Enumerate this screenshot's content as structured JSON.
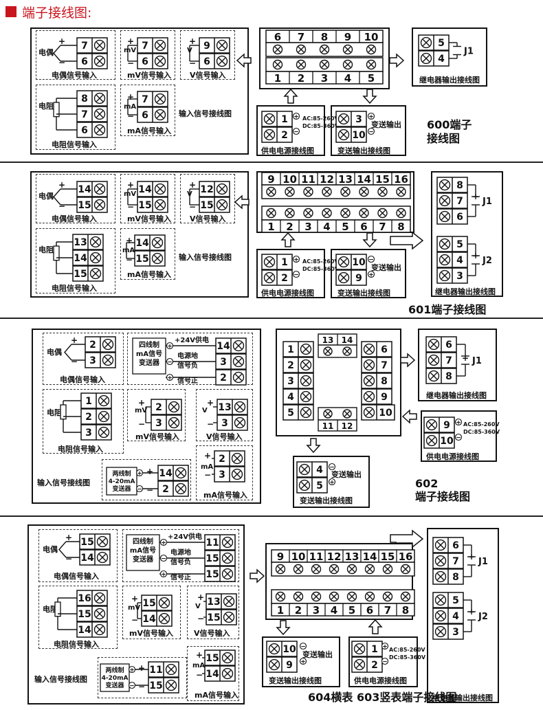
{
  "header": {
    "title": "端子接线图:"
  },
  "labels": {
    "tc": "电偶信号输入",
    "rtd": "电阻信号输入",
    "mv": "mV信号输入",
    "v": "V信号输入",
    "ma": "mA信号输入",
    "input": "输入信号接线图",
    "power": "供电电源接线图",
    "transmit": "变送输出接线图",
    "relay": "继电器输出接线图",
    "tc_short": "电偶",
    "rtd_short": "电阻",
    "transmit_out": "变送输出",
    "ac": "AC:85-260V",
    "dc": "DC:85-360V",
    "mv_u": "mV",
    "v_u": "V",
    "ma_u": "mA",
    "plus": "+",
    "minus": "−",
    "four_wire": [
      "四线制",
      "mA信号",
      "变送器"
    ],
    "two_wire": [
      "两线制",
      "4-20mA",
      "变送器"
    ],
    "supply24": "+24V供电",
    "pwr_gnd": "电源地",
    "sig_neg": "信号负",
    "sig_pos": "信号正",
    "j1": "J1",
    "j2": "J2"
  },
  "sections": {
    "s600": {
      "title_l1": "600端子",
      "title_l2": "接线图"
    },
    "s601": {
      "title": "601端子接线图"
    },
    "s602": {
      "title_l1": "602",
      "title_l2": "端子接线图"
    },
    "s604": {
      "title": "604横表 603竖表端子接线图"
    }
  }
}
